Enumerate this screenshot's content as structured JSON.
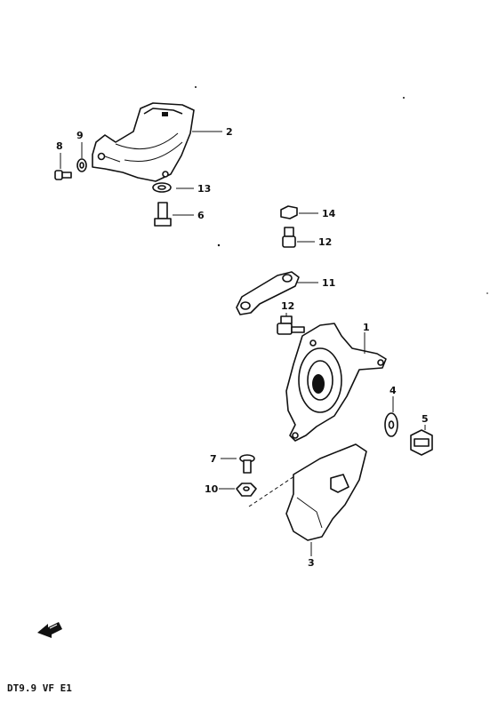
{
  "callouts": {
    "c1": "1",
    "c2": "2",
    "c3": "3",
    "c4": "4",
    "c5": "5",
    "c6": "6",
    "c7": "7",
    "c8": "8",
    "c9": "9",
    "c10": "10",
    "c11": "11",
    "c12a": "12",
    "c12b": "12",
    "c13": "13",
    "c14": "14"
  },
  "footer": {
    "model": "DT9.9 VF E1"
  },
  "icons": {
    "front_arrow": "front-direction-arrow-icon"
  }
}
